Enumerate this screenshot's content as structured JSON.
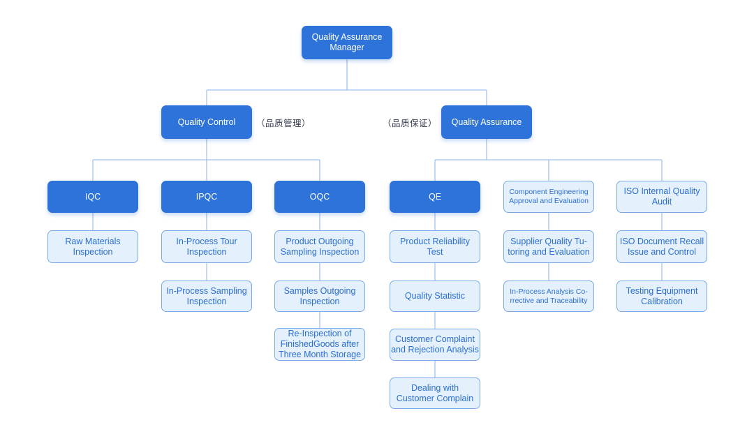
{
  "colors": {
    "node_fill": "#2E73D9",
    "node_text": "#FFFFFF",
    "leaf_fill": "#E4F0FC",
    "leaf_border": "#78A9E8",
    "leaf_text": "#2C6FD4",
    "connector": "#87B0E9",
    "annotation_text": "#323B4E",
    "background": "#FFFFFF"
  },
  "org": {
    "root": {
      "label": "Quality Assurance\nManager"
    },
    "level2": [
      {
        "label": "Quality Control",
        "annotation": "（品质管理）"
      },
      {
        "label": "Quality Assurance",
        "annotation": "（品质保证）"
      }
    ],
    "columns": [
      {
        "head": {
          "label": "IQC"
        },
        "children": [
          {
            "label": "Raw Materials\nInspection"
          }
        ]
      },
      {
        "head": {
          "label": "IPQC"
        },
        "children": [
          {
            "label": "In-Process Tour\nInspection"
          },
          {
            "label": "In-Process Sampling\nInspection"
          }
        ]
      },
      {
        "head": {
          "label": "OQC"
        },
        "children": [
          {
            "label": "Product Outgoing\nSampling Inspection"
          },
          {
            "label": "Samples Outgoing\nInspection"
          },
          {
            "label": "Re-Inspection of\nFinishedGoods after\nThree Month Storage"
          }
        ]
      },
      {
        "head": {
          "label": "QE"
        },
        "children": [
          {
            "label": "Product Reliability\nTest"
          },
          {
            "label": "Quality Statistic"
          },
          {
            "label": "Customer Complaint\nand Rejection Analysis"
          },
          {
            "label": "Dealing with\nCustomer Complain"
          }
        ]
      },
      {
        "head": {
          "label": "Component  Engineering\nApproval and Evaluation"
        },
        "children": [
          {
            "label": "Supplier Quality Tu-\ntoring and Evaluation"
          },
          {
            "label": "In-Process Analysis  Co-\nrrective and Traceability"
          }
        ]
      },
      {
        "head": {
          "label": "ISO Internal Quality\nAudit"
        },
        "children": [
          {
            "label": "ISO Document Recall\nIssue and Control"
          },
          {
            "label": "Testing Equipment\nCalibration"
          }
        ]
      }
    ]
  }
}
